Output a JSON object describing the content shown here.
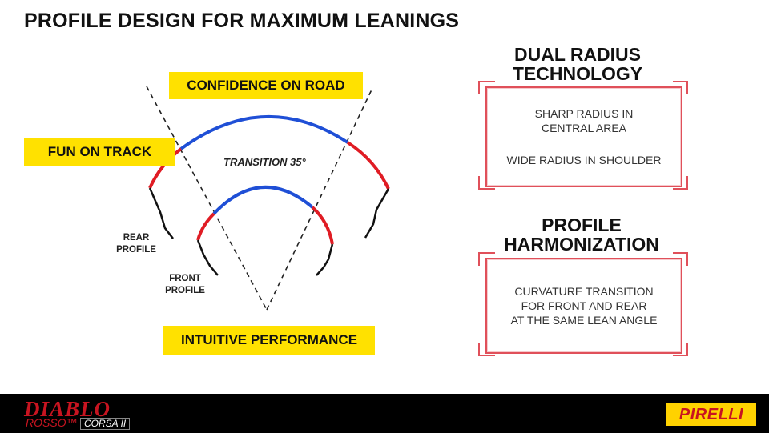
{
  "title": "PROFILE DESIGN FOR MAXIMUM LEANINGS",
  "labels": {
    "confidence": "CONFIDENCE ON ROAD",
    "fun": "FUN ON TRACK",
    "intuitive": "INTUITIVE PERFORMANCE",
    "transition": "TRANSITION 35°",
    "rear_profile": "REAR\nPROFILE",
    "front_profile": "FRONT\nPROFILE"
  },
  "dual_radius": {
    "heading": "DUAL RADIUS\nTECHNOLOGY",
    "line1": "SHARP RADIUS IN\nCENTRAL AREA",
    "line2": "WIDE RADIUS IN SHOULDER"
  },
  "profile_harmonization": {
    "heading": "PROFILE\nHARMONIZATION",
    "text": "CURVATURE TRANSITION\nFOR FRONT AND REAR\nAT THE SAME LEAN ANGLE"
  },
  "footer": {
    "diablo": "DIABLO",
    "rosso": "ROSSO™",
    "corsa": "CORSA II",
    "pirelli": "PIRELLI"
  },
  "colors": {
    "accent_yellow": "#ffe100",
    "profile_blue": "#1f4fd6",
    "profile_red": "#e01c24",
    "brand_red": "#c81420",
    "box_border": "#e0505a"
  }
}
